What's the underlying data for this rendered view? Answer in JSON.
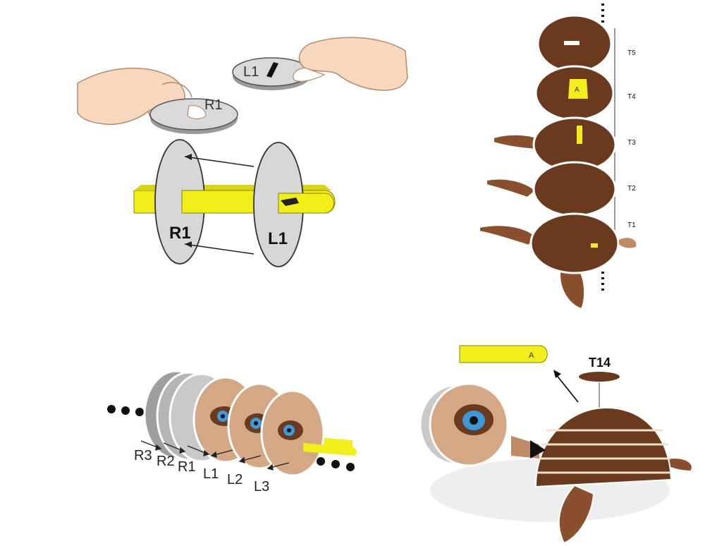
{
  "colors": {
    "disc_gray": "#d7d7d7",
    "tab_yellow": "#f2ee1a",
    "shell_brown": "#6b3a1e",
    "flipper_tan": "#c08a64",
    "eye_blue": "#3c9ad8"
  },
  "step1": {
    "label_r1_top": "R1",
    "label_l1_top": "L1",
    "label_r1": "R1",
    "label_l1": "L1"
  },
  "step2": {
    "levels": [
      "T5",
      "T4",
      "T3",
      "T2",
      "T1"
    ],
    "tab_letter": "A"
  },
  "step3": {
    "labels": [
      "R3",
      "R2",
      "R1",
      "L1",
      "L2",
      "L3"
    ]
  },
  "step4": {
    "label_t14": "T14",
    "tab_letter": "A"
  }
}
